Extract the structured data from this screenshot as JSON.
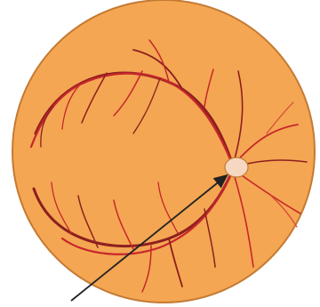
{
  "diagram": {
    "colors": {
      "background": "#ffffff",
      "fundus_fill": "#f4a652",
      "fundus_edge": "#c47a33",
      "vessel_dark": "#8c1f1f",
      "vessel_red": "#c7262b",
      "vessel_light": "#d8463a",
      "optic_disc": "#f6d7c2",
      "pointer_arrow": "#222222"
    },
    "parts": [
      "retina-fundus",
      "optic-disc",
      "retinal-blood-vessels",
      "pointer-arrow"
    ]
  }
}
